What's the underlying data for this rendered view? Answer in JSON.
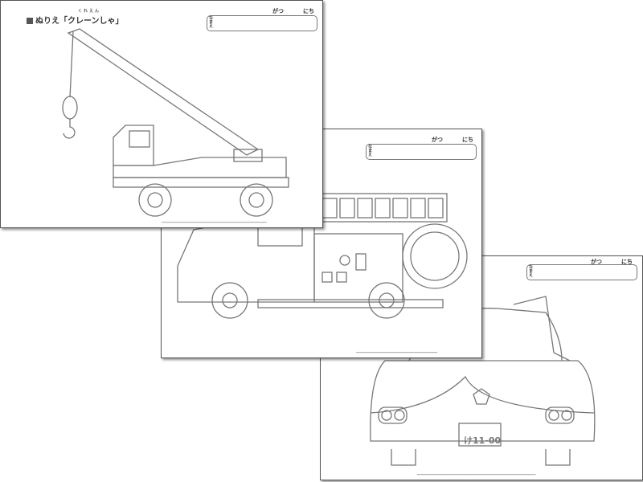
{
  "sheets": [
    {
      "title": "ぬりえ「クレーンしゃ」",
      "ruby": "くれえん",
      "name_label": "なまえ",
      "month_label": "がつ",
      "day_label": "にち"
    },
    {
      "name_label": "なまえ",
      "month_label": "がつ",
      "day_label": "にち"
    },
    {
      "name_label": "なまえ",
      "month_label": "がつ",
      "day_label": "にち",
      "plate_text": "け11-00"
    }
  ]
}
